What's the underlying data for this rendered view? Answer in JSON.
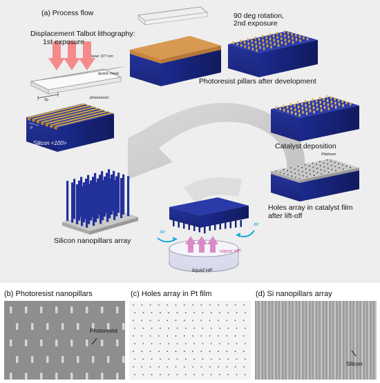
{
  "panel_a": {
    "title": "(a) Process flow",
    "exposure1_line1": "Displacement Talbot lithography:",
    "exposure1_line2": "1st exposure",
    "exposure2_line1": "90 deg rotation,",
    "exposure2_line2": "2nd exposure",
    "laser_label": "laser 377 nm",
    "mask_label": "quartz mask",
    "period_2p": "2p",
    "period_p": "p",
    "photoresist_label": "photoresist",
    "silicon_label": "Silicon <100>",
    "pillars_after_dev": "Photoresist pillars after development",
    "catalyst_deposition": "Catalyst deposition",
    "platinum_label": "Platinum",
    "holes_line1": "Holes array in catalyst film",
    "holes_line2": "after lift-off",
    "air_label": "air",
    "vapor_label": "vapor HF",
    "liquid_label": "liquid HF",
    "nanopillars_label": "Silicon nanopillars array"
  },
  "panel_b": {
    "title": "(b) Photoresist nanopillars",
    "annotation": "Photoresist"
  },
  "panel_c": {
    "title": "(c) Holes array in Pt film"
  },
  "panel_d": {
    "title": "(d) Si nanopillars array",
    "annotation": "Silicon"
  },
  "colors": {
    "silicon_blue": "#1e2a8a",
    "photoresist_gold": "#d9a93a",
    "laser_pink": "#f58a8a",
    "hf_pink": "#d98bc8",
    "air_cyan": "#1aa9e0",
    "panel_bg": "#eeeeee"
  }
}
